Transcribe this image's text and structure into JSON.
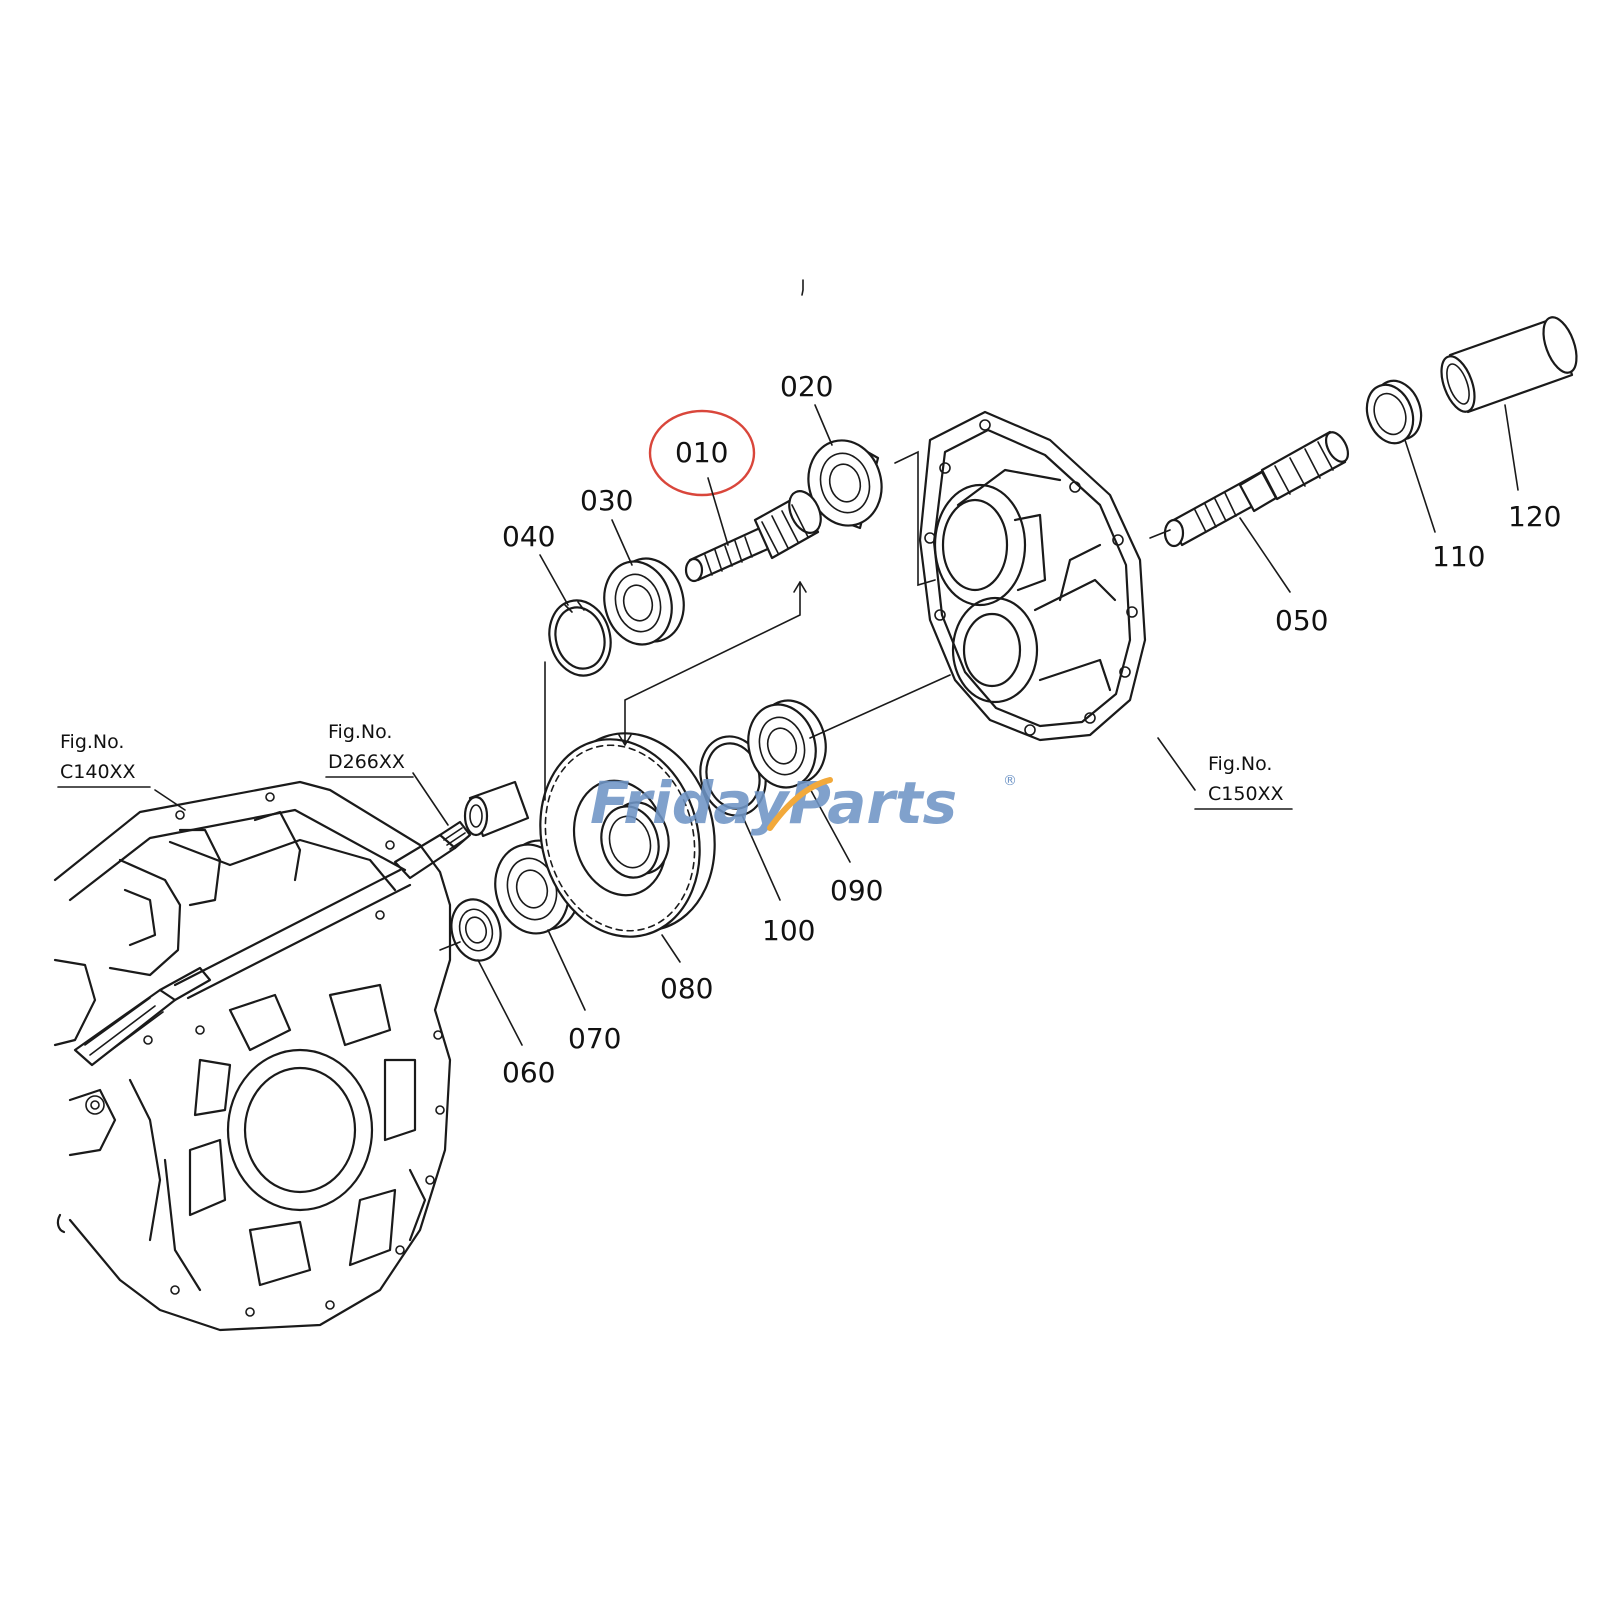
{
  "diagram": {
    "highlight_color": "#d9463b",
    "watermark": {
      "text": "FridayParts",
      "registered_mark": "®",
      "color": "#6f95c6",
      "accent_color": "#f2a93b"
    },
    "fig_refs": [
      {
        "caption": "Fig.No.",
        "code": "C140XX"
      },
      {
        "caption": "Fig.No.",
        "code": "D266XX"
      },
      {
        "caption": "Fig.No.",
        "code": "C150XX"
      }
    ],
    "parts": [
      {
        "id": "010",
        "highlighted": true
      },
      {
        "id": "020"
      },
      {
        "id": "030"
      },
      {
        "id": "040"
      },
      {
        "id": "050"
      },
      {
        "id": "060"
      },
      {
        "id": "070"
      },
      {
        "id": "080"
      },
      {
        "id": "090"
      },
      {
        "id": "100"
      },
      {
        "id": "110"
      },
      {
        "id": "120"
      }
    ]
  }
}
